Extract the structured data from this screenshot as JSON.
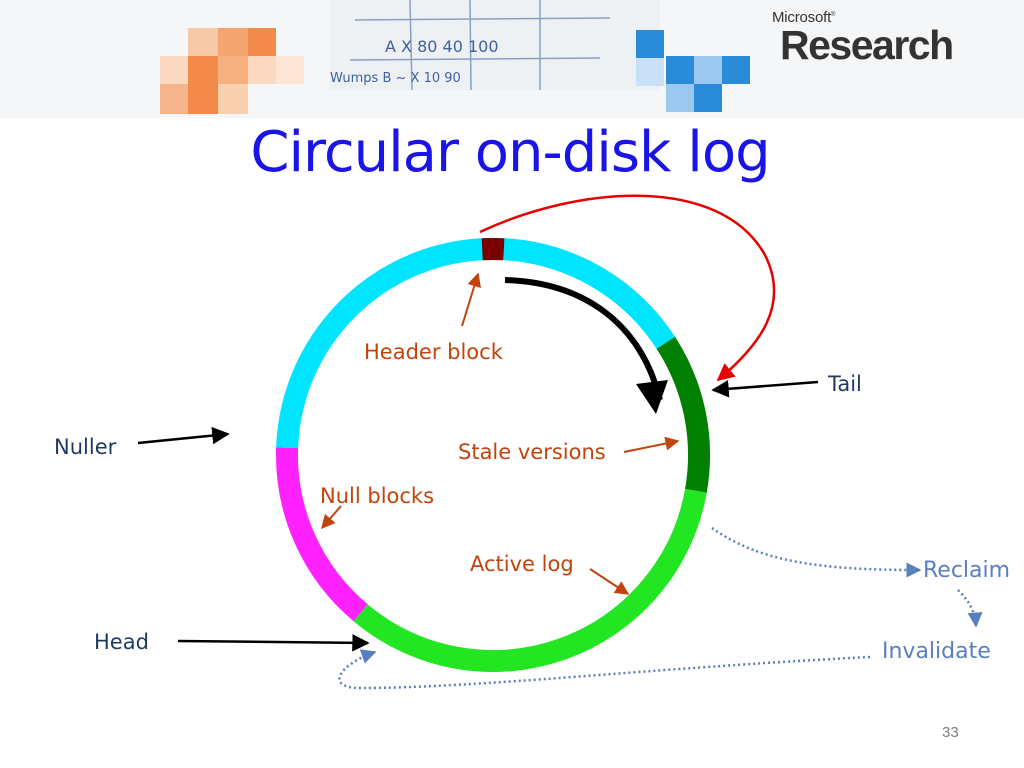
{
  "header": {
    "brand_small": "Microsoft",
    "brand_large": "Research"
  },
  "slide": {
    "title": "Circular on-disk log",
    "page_number": "33"
  },
  "diagram": {
    "labels": {
      "header_block": "Header block",
      "tail": "Tail",
      "nuller": "Nuller",
      "stale_versions": "Stale versions",
      "null_blocks": "Null blocks",
      "active_log": "Active log",
      "head": "Head",
      "reclaim": "Reclaim",
      "invalidate": "Invalidate"
    },
    "colors": {
      "unused_region": "#00e5ff",
      "header_block": "#7a0000",
      "stale_region": "#007f00",
      "active_region": "#22e622",
      "null_region": "#ff22ff",
      "title": "#1a14e6",
      "callout_text": "#c0440c",
      "pointer_text": "#1f3a5f",
      "process_text": "#5a7fbf",
      "wrap_arrow": "#e60000"
    }
  }
}
